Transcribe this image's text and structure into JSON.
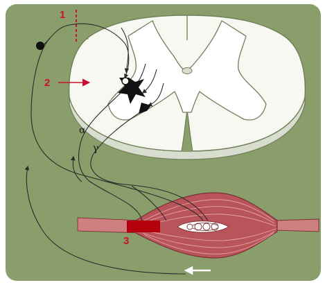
{
  "labels": {
    "one": "1",
    "two": "2",
    "three": "3",
    "alpha": "α",
    "gamma": "γ"
  },
  "colors": {
    "background": "#8a9e6c",
    "panel": "#7f955f",
    "white_matter": "#f6f8f1",
    "outline": "#6f7f57",
    "muscle": "#b8545a",
    "muscle_light": "#cf7f80",
    "spindle_marker": "#b3000d",
    "label_red": "#c8102e",
    "nerve": "#2a2a2a",
    "arrow_white": "#ffffff"
  }
}
